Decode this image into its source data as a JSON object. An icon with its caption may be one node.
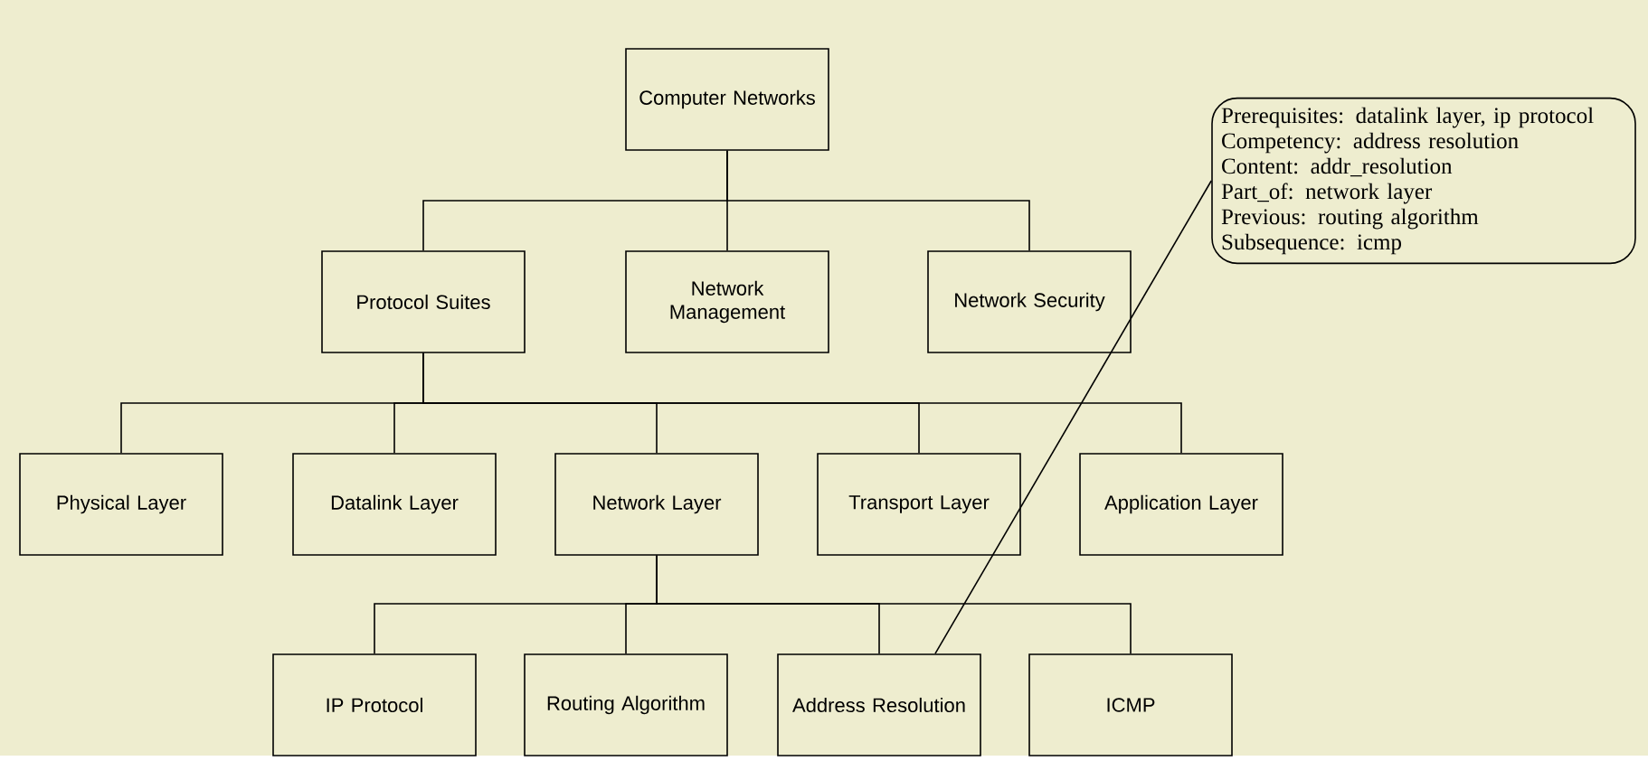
{
  "diagram": {
    "nodes": [
      {
        "text": [
          "Computer Networks"
        ]
      },
      {
        "text": [
          "Protocol Suites"
        ]
      },
      {
        "text": [
          "Network Management"
        ]
      },
      {
        "text": [
          "Network Security"
        ]
      },
      {
        "text": [
          "Physical Layer"
        ]
      },
      {
        "text": [
          "Datalink Layer"
        ]
      },
      {
        "text": [
          "Network Layer"
        ]
      },
      {
        "text": [
          "Transport Layer"
        ]
      },
      {
        "text": [
          "Application Layer"
        ]
      },
      {
        "text": [
          "IP Protocol"
        ]
      },
      {
        "text": [
          "Routing Algorithm"
        ]
      },
      {
        "text": [
          "Address Resolution"
        ]
      },
      {
        "text": [
          "ICMP"
        ]
      },
      {
        "text": [
          "Prerequisites: datalink layer, ip protocol",
          "Competency: address resolution",
          "Content: addr_resolution",
          "Part_of: network layer",
          "Previous: routing algorithm",
          "Subsequence: icmp"
        ]
      }
    ],
    "edges": [
      {
        "from": 0,
        "to": 1,
        "arrow": "none"
      },
      {
        "from": 0,
        "to": 2,
        "arrow": "none"
      },
      {
        "from": 0,
        "to": 3,
        "arrow": "none"
      },
      {
        "from": 1,
        "to": 4,
        "arrow": "none"
      },
      {
        "from": 1,
        "to": 5,
        "arrow": "none"
      },
      {
        "from": 1,
        "to": 6,
        "arrow": "none"
      },
      {
        "from": 1,
        "to": 7,
        "arrow": "none"
      },
      {
        "from": 1,
        "to": 8,
        "arrow": "none"
      },
      {
        "from": 6,
        "to": 9,
        "arrow": "none"
      },
      {
        "from": 6,
        "to": 10,
        "arrow": "none"
      },
      {
        "from": 6,
        "to": 11,
        "arrow": "none"
      },
      {
        "from": 6,
        "to": 12,
        "arrow": "none"
      },
      {
        "from": 13,
        "to": 11,
        "arrow": "none"
      }
    ]
  }
}
